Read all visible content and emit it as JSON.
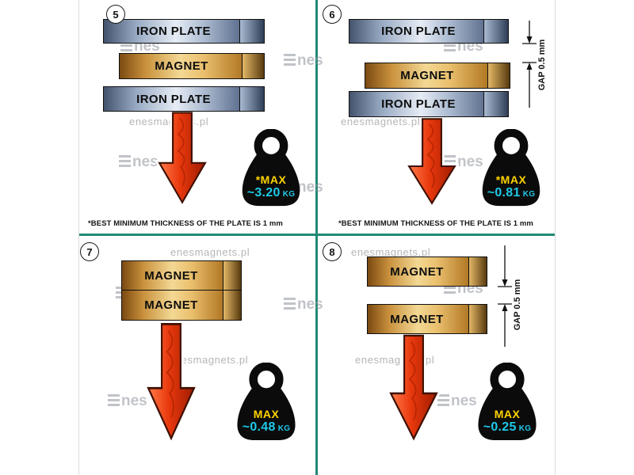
{
  "colors": {
    "divider": "#1f8a74",
    "label_yellow": "#ffd400",
    "value_cyan": "#1fc9e8",
    "arrow_red": "#e8380d",
    "iron_plate_steel": "#aebdd2",
    "magnet_gold": "#eac06e"
  },
  "watermarks": {
    "site": "enesmagnets.pl",
    "logo_text": "nes"
  },
  "panels": {
    "p5": {
      "number": "5",
      "layers": {
        "top": "IRON PLATE",
        "middle": "MAGNET",
        "bottom": "IRON PLATE"
      },
      "weight_label": "*MAX",
      "weight_value": "~3.20",
      "weight_unit": "KG",
      "note_text": "*BEST MINIMUM THICKNESS OF THE PLATE IS",
      "note_bold": "1 mm"
    },
    "p6": {
      "number": "6",
      "layers": {
        "top": "IRON PLATE",
        "middle": "MAGNET",
        "bottom": "IRON PLATE"
      },
      "gap_label": "GAP  0.5 mm",
      "weight_label": "*MAX",
      "weight_value": "~0.81",
      "weight_unit": "KG",
      "note_text": "*BEST MINIMUM THICKNESS OF THE PLATE IS",
      "note_bold": "1 mm"
    },
    "p7": {
      "number": "7",
      "layers": {
        "top": "MAGNET",
        "bottom": "MAGNET"
      },
      "weight_label": "MAX",
      "weight_value": "~0.48",
      "weight_unit": "KG"
    },
    "p8": {
      "number": "8",
      "layers": {
        "top": "MAGNET",
        "bottom": "MAGNET"
      },
      "gap_label": "GAP  0.5 mm",
      "weight_label": "MAX",
      "weight_value": "~0.25",
      "weight_unit": "KG"
    }
  }
}
